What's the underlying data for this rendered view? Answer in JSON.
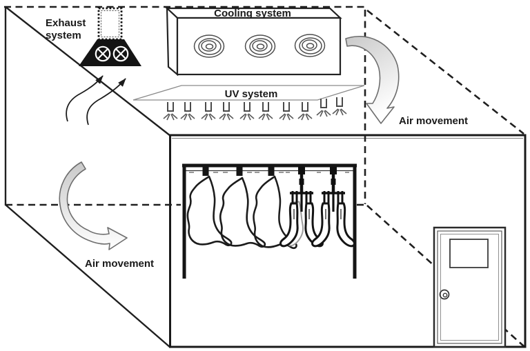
{
  "figure": {
    "type": "schematic-diagram",
    "subject": "Meat chilling room with exhaust, cooling and UV systems",
    "background_color": "#ffffff",
    "line_color": "#1c1c1c",
    "arrow_fill_color": "#d6d6d6"
  },
  "labels": {
    "exhaust_system_line1": "Exhaust",
    "exhaust_system_line2": "system",
    "cooling_system": "Cooling system",
    "uv_system": "UV system",
    "air_movement_right": "Air movement",
    "air_movement_left": "Air movement"
  },
  "components": {
    "exhaust_fan_count": 2,
    "cooling_fan_count": 3,
    "uv_lamp_count": 10,
    "carcass_count": 5,
    "door": {
      "has_window": true,
      "has_knob": true
    }
  }
}
